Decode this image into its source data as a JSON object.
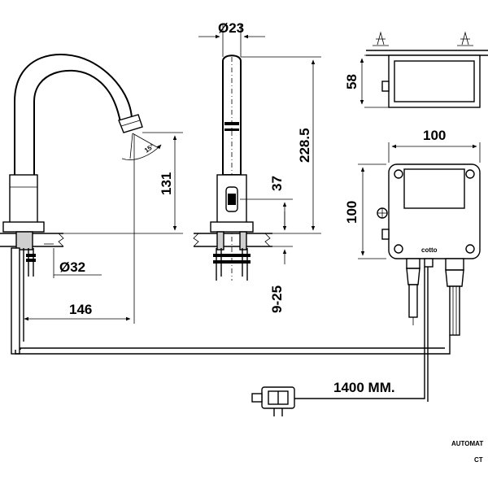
{
  "dimensions": {
    "outlet_diameter": "Ø23",
    "faucet_height": "228.5",
    "spout_height": "131",
    "spout_reach": "146",
    "base_diameter": "Ø32",
    "sensor_height": "37",
    "counter_thickness": "9-25",
    "spout_angle": "15°",
    "box_height": "58",
    "box_width": "100",
    "box_depth": "100",
    "cable_length": "1400 MM."
  },
  "control_box": {
    "brand": "cotto"
  },
  "title_block": {
    "line1": "AUTOMAT",
    "line2": "CT"
  },
  "icons": {
    "adapter": "power-adapter-icon"
  }
}
